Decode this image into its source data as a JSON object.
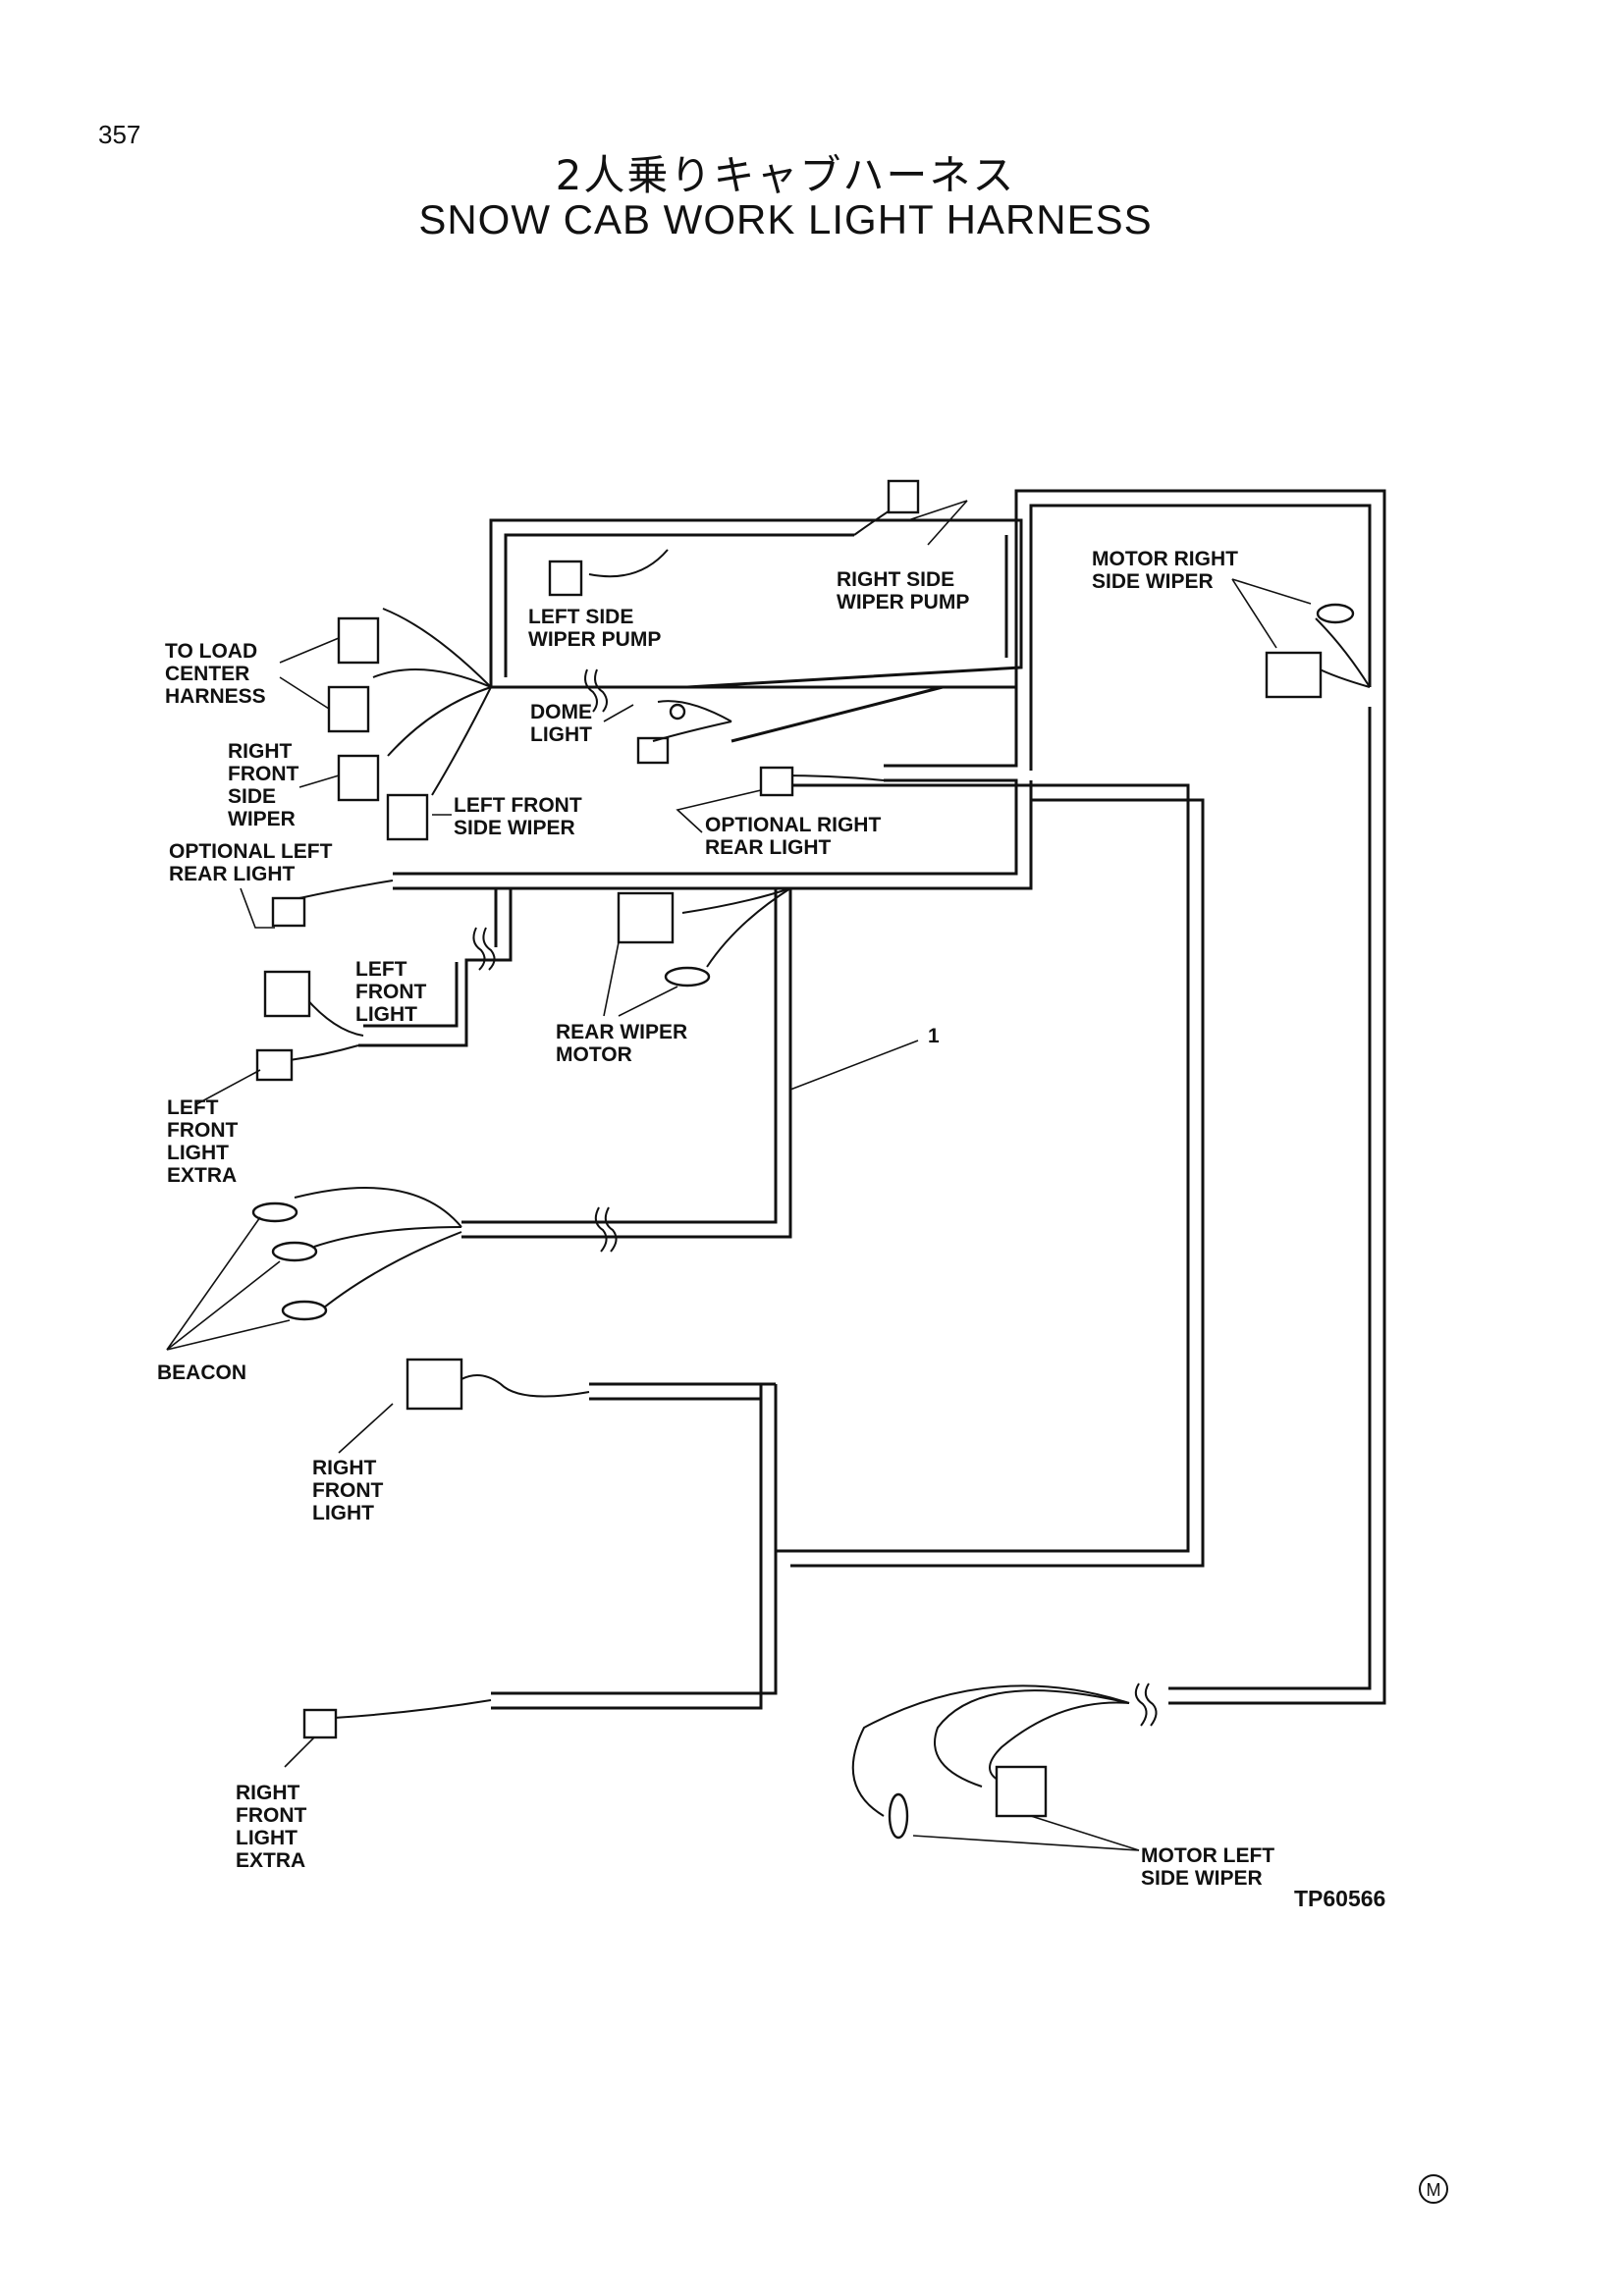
{
  "page": {
    "number": "357",
    "title_jp": "2人乗りキャブハーネス",
    "title_en": "SNOW CAB WORK LIGHT HARNESS",
    "figure_id": "TP60566",
    "mark": "M"
  },
  "labels": {
    "to_load_center_harness": [
      "TO LOAD",
      "CENTER",
      "HARNESS"
    ],
    "right_front_side_wiper": [
      "RIGHT",
      "FRONT",
      "SIDE",
      "WIPER"
    ],
    "left_front_side_wiper": [
      "LEFT FRONT",
      "SIDE WIPER"
    ],
    "left_side_wiper_pump": [
      "LEFT SIDE",
      "WIPER PUMP"
    ],
    "right_side_wiper_pump": [
      "RIGHT SIDE",
      "WIPER PUMP"
    ],
    "motor_right_side_wiper": [
      "MOTOR RIGHT",
      "SIDE WIPER"
    ],
    "dome_light": [
      "DOME",
      "LIGHT"
    ],
    "optional_right_rear_light": [
      "OPTIONAL RIGHT",
      "REAR LIGHT"
    ],
    "optional_left_rear_light": [
      "OPTIONAL LEFT",
      "REAR LIGHT"
    ],
    "left_front_light": [
      "LEFT",
      "FRONT",
      "LIGHT"
    ],
    "left_front_light_extra": [
      "LEFT",
      "FRONT",
      "LIGHT",
      "EXTRA"
    ],
    "rear_wiper_motor": [
      "REAR WIPER",
      "MOTOR"
    ],
    "item_callout": "1",
    "beacon": "BEACON",
    "right_front_light": [
      "RIGHT",
      "FRONT",
      "LIGHT"
    ],
    "right_front_light_extra": [
      "RIGHT",
      "FRONT",
      "LIGHT",
      "EXTRA"
    ],
    "motor_left_side_wiper": [
      "MOTOR LEFT",
      "SIDE WIPER"
    ]
  }
}
